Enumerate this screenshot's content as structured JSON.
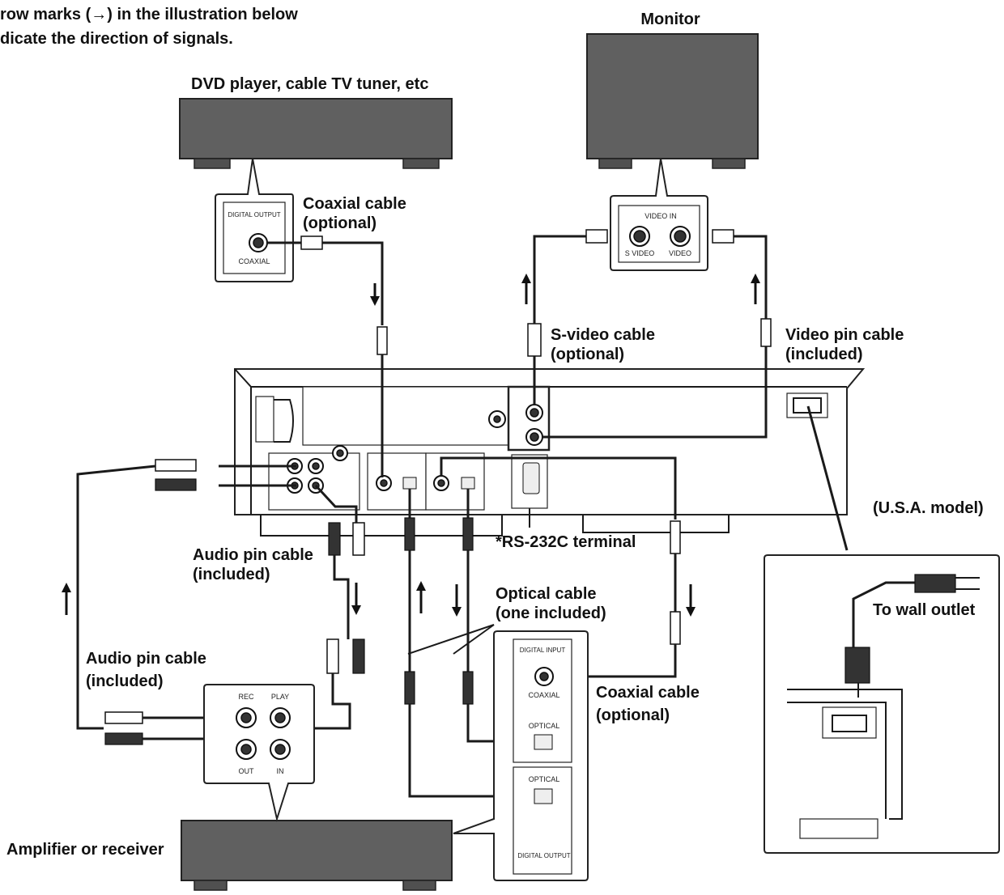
{
  "intro": {
    "line1": "row marks (→) in the illustration below",
    "line2": "dicate the direction of signals."
  },
  "devices": {
    "dvd": "DVD player, cable TV tuner, etc",
    "monitor": "Monitor",
    "amplifier": "Amplifier or receiver"
  },
  "cables": {
    "coax_top": [
      "Coaxial cable",
      "(optional)"
    ],
    "svideo": [
      "S-video cable",
      "(optional)"
    ],
    "video_pin": [
      "Video pin cable",
      "(included)"
    ],
    "audio_pin_upper": [
      "Audio pin cable",
      "(included)"
    ],
    "audio_pin_lower": [
      "Audio pin cable",
      "(included)"
    ],
    "optical": [
      "Optical cable",
      "(one included)"
    ],
    "coax_bottom": [
      "Coaxial cable",
      "(optional)"
    ]
  },
  "notes": {
    "rs232": "*RS-232C terminal",
    "usa": "(U.S.A. model)",
    "wall": "To wall outlet"
  },
  "jacks": {
    "dvd_digital_output": "DIGITAL OUTPUT",
    "dvd_coaxial": "COAXIAL",
    "monitor_video_in": "VIDEO IN",
    "monitor_svideo": "S VIDEO",
    "monitor_video": "VIDEO",
    "amp_rec": "REC",
    "amp_play": "PLAY",
    "amp_out": "OUT",
    "amp_in": "IN",
    "digital_input": "DIGITAL INPUT",
    "digital_coaxial": "COAXIAL",
    "digital_optical_in": "OPTICAL",
    "digital_optical_out": "OPTICAL",
    "digital_output": "DIGITAL OUTPUT"
  }
}
